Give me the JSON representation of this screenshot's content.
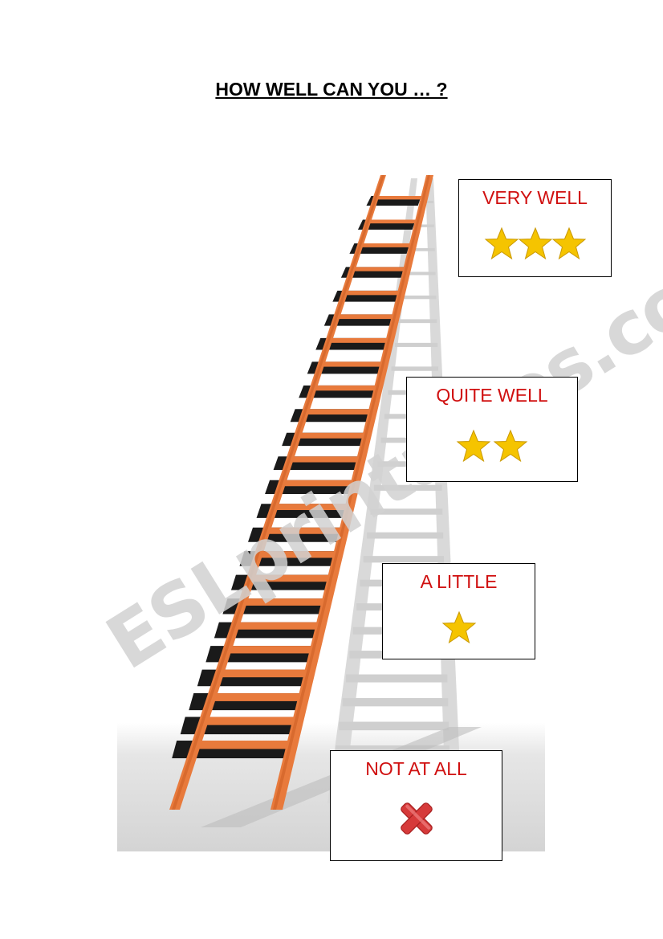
{
  "title": "HOW WELL CAN YOU … ?",
  "watermark": "ESLprintables.com",
  "levels": [
    {
      "label": "VERY WELL",
      "stars": 3,
      "icon": "star-icon"
    },
    {
      "label": "QUITE WELL",
      "stars": 2,
      "icon": "star-icon"
    },
    {
      "label": "A LITTLE",
      "stars": 1,
      "icon": "star-icon"
    },
    {
      "label": "NOT AT ALL",
      "stars": 0,
      "icon": "cross-icon"
    }
  ],
  "colors": {
    "label": "#d01010",
    "star": "#f5c400",
    "ladder_rail": "#e87a3c",
    "ladder_shadow": "#222222",
    "cross": "#d63a3a"
  }
}
